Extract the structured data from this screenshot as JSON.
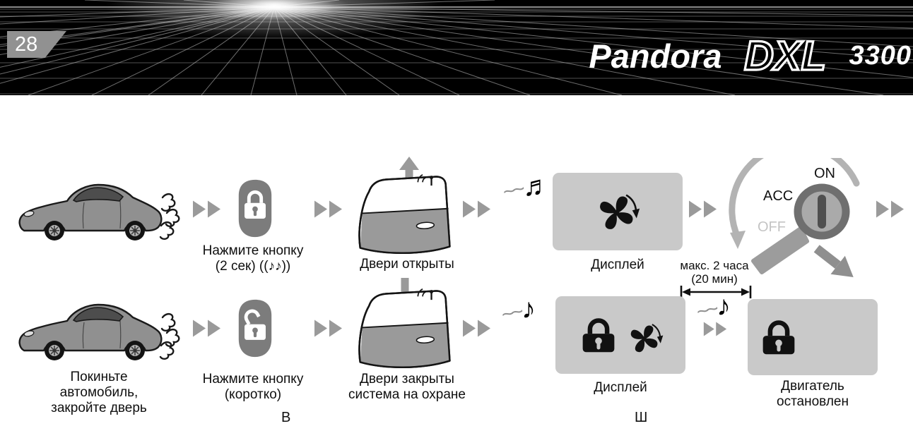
{
  "header": {
    "page_number": "28",
    "brand": {
      "name": "Pandora",
      "model": "DXL",
      "number": "3300"
    }
  },
  "top_row": {
    "press_button_label": [
      "Нажмите кнопку",
      "(2 сек) ((♪♪))"
    ],
    "door_label": "Двери открыты",
    "sound_waves": "~~",
    "music_note": "♬",
    "display_label": "Дисплей",
    "ignition": {
      "on": "ON",
      "acc": "ACC",
      "off": "OFF"
    }
  },
  "timer": {
    "label": [
      "макс. 2 часа",
      "(20 мин)"
    ]
  },
  "bottom_row": {
    "leave_car_label": [
      "Покиньте",
      "автомобиль,",
      "закройте дверь"
    ],
    "press_button_label": [
      "Нажмите кнопку",
      "(коротко)"
    ],
    "door_label": [
      "Двери закрыты",
      "система на охране"
    ],
    "sound_waves": "~~",
    "music_note": "♪",
    "display_label": "Дисплей",
    "engine_label": [
      "Двигатель",
      "остановлен"
    ]
  },
  "cut_text": {
    "left": "В",
    "right": "Ш"
  }
}
